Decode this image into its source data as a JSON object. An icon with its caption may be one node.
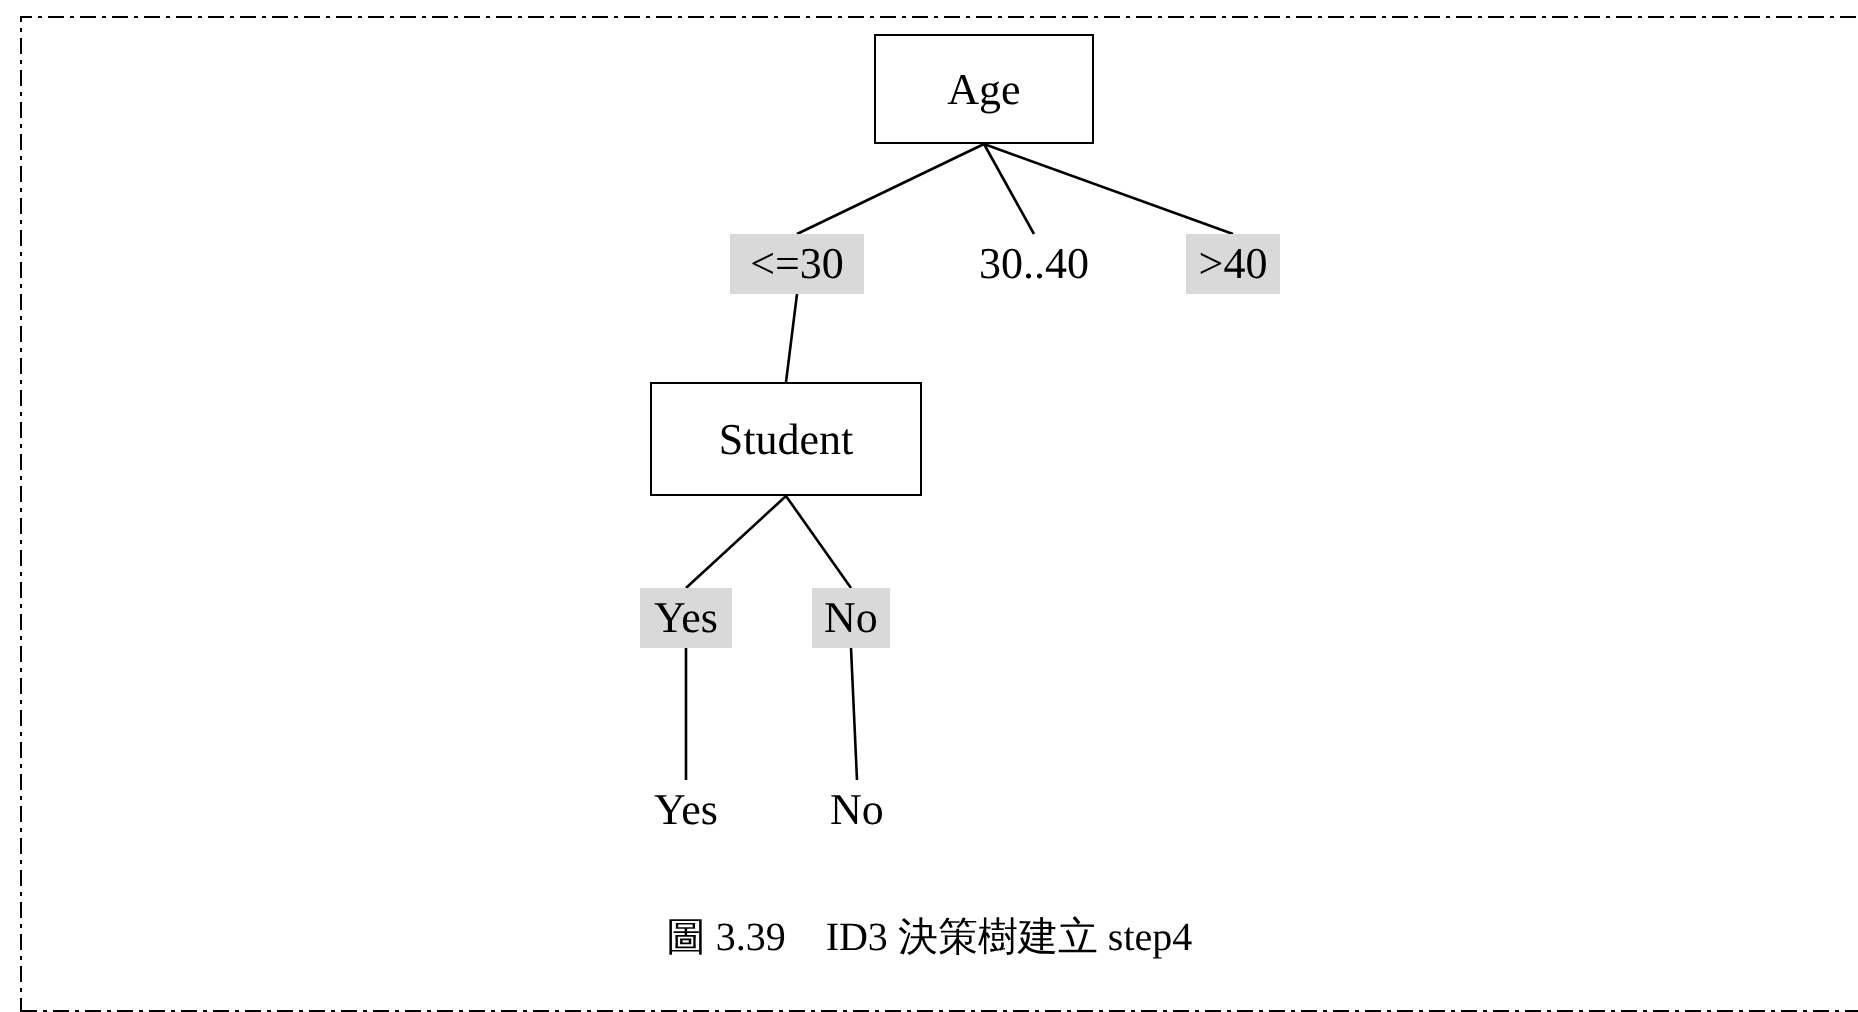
{
  "diagram": {
    "caption": "圖 3.39　ID3 決策樹建立 step4",
    "nodes": [
      {
        "text": [
          "Age"
        ]
      },
      {
        "text": [
          "<=30"
        ]
      },
      {
        "text": [
          "30..40"
        ]
      },
      {
        "text": [
          ">40"
        ]
      },
      {
        "text": [
          "Student"
        ]
      },
      {
        "text": [
          "Yes"
        ]
      },
      {
        "text": [
          "No"
        ]
      },
      {
        "text": [
          "Yes"
        ]
      },
      {
        "text": [
          "No"
        ]
      }
    ],
    "edges": [
      {
        "from": 0,
        "to": 1,
        "arrow": "none"
      },
      {
        "from": 0,
        "to": 2,
        "arrow": "none"
      },
      {
        "from": 0,
        "to": 3,
        "arrow": "none"
      },
      {
        "from": 1,
        "to": 4,
        "arrow": "none"
      },
      {
        "from": 4,
        "to": 5,
        "arrow": "none"
      },
      {
        "from": 4,
        "to": 6,
        "arrow": "none"
      },
      {
        "from": 5,
        "to": 7,
        "arrow": "none"
      },
      {
        "from": 6,
        "to": 8,
        "arrow": "none"
      }
    ]
  }
}
